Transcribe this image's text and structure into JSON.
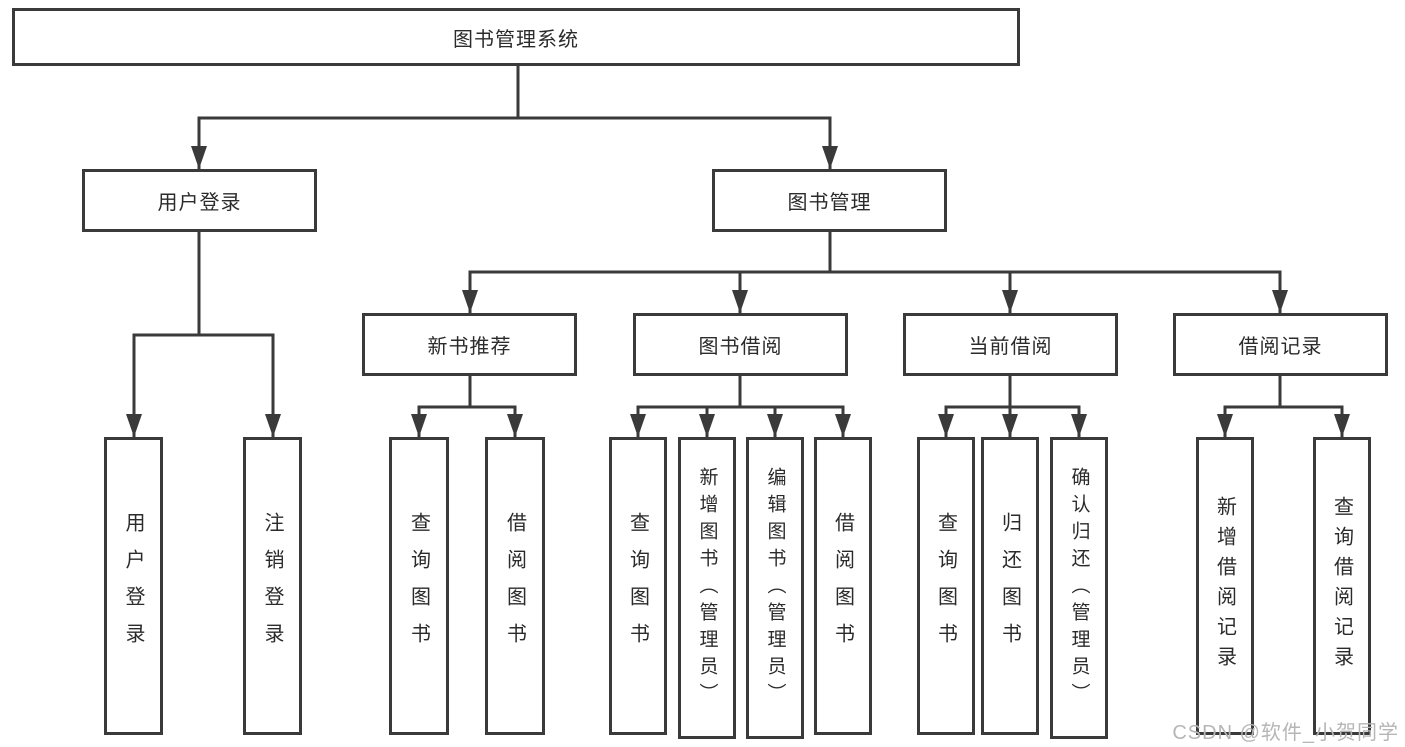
{
  "colors": {
    "line": "#3a3a3a",
    "box_border": "#3a3a3a",
    "text": "#2b2b2b",
    "background": "#ffffff",
    "watermark_text_color": "#b6b6b6"
  },
  "watermark": {
    "text": "CSDN @软件_小贺同学"
  },
  "tree": {
    "root": {
      "label": "图书管理系统"
    },
    "user_login": {
      "label": "用户登录",
      "children": {
        "login": {
          "label": "用户登录"
        },
        "logout": {
          "label": "注销登录"
        }
      }
    },
    "book_mgmt": {
      "label": "图书管理"
    },
    "new_books": {
      "label": "新书推荐",
      "children": {
        "query": {
          "label": "查询图书"
        },
        "borrow": {
          "label": "借阅图书"
        }
      }
    },
    "book_borrow": {
      "label": "图书借阅",
      "children": {
        "query": {
          "label": "查询图书"
        },
        "add": {
          "label": "新增图书（管理员）"
        },
        "edit": {
          "label": "编辑图书（管理员）"
        },
        "borrow": {
          "label": "借阅图书"
        }
      }
    },
    "current_borrow": {
      "label": "当前借阅",
      "children": {
        "query": {
          "label": "查询图书"
        },
        "return": {
          "label": "归还图书"
        },
        "confirm": {
          "label": "确认归还（管理员）"
        }
      }
    },
    "borrow_records": {
      "label": "借阅记录",
      "children": {
        "add": {
          "label": "新增借阅记录"
        },
        "query": {
          "label": "查询借阅记录"
        }
      }
    }
  }
}
